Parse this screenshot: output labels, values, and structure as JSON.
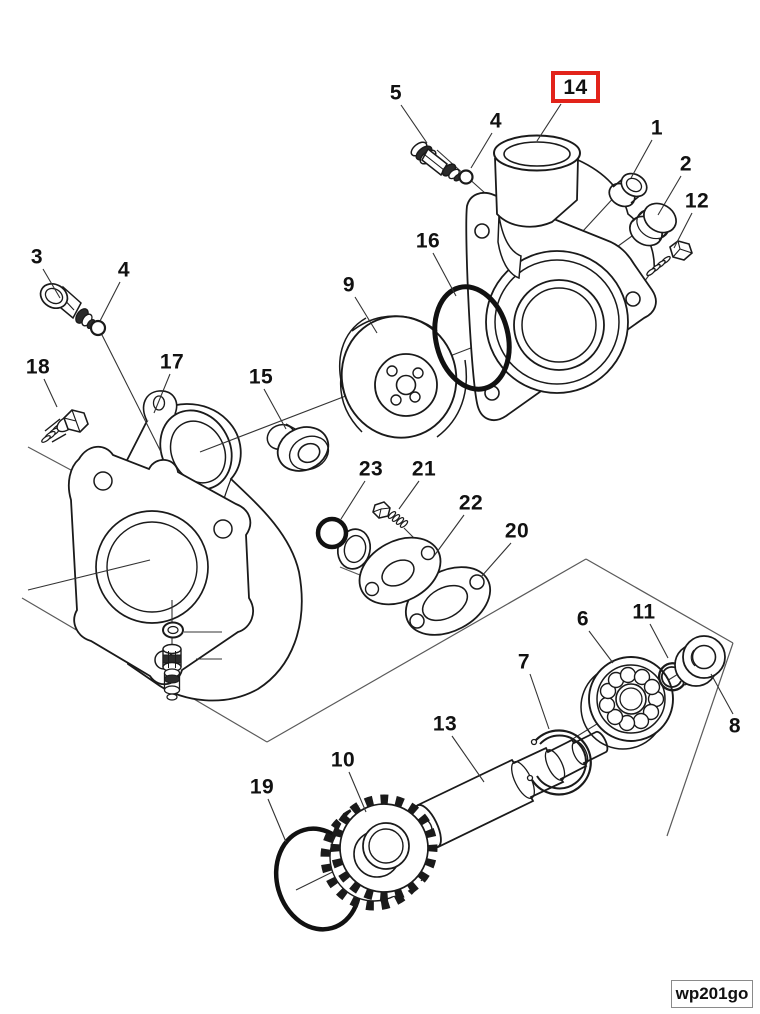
{
  "diagram": {
    "type": "exploded-parts-diagram",
    "watermark": "wp201go",
    "highlighted_part": "14",
    "highlight_color": "#e2231a",
    "line_color": "#1a1a1a",
    "labels": [
      {
        "part": "1"
      },
      {
        "part": "2"
      },
      {
        "part": "3"
      },
      {
        "part": "4"
      },
      {
        "part": "4"
      },
      {
        "part": "5"
      },
      {
        "part": "6"
      },
      {
        "part": "7"
      },
      {
        "part": "8"
      },
      {
        "part": "9"
      },
      {
        "part": "10"
      },
      {
        "part": "11"
      },
      {
        "part": "12"
      },
      {
        "part": "13"
      },
      {
        "part": "14"
      },
      {
        "part": "15"
      },
      {
        "part": "16"
      },
      {
        "part": "17"
      },
      {
        "part": "18"
      },
      {
        "part": "19"
      },
      {
        "part": "20"
      },
      {
        "part": "21"
      },
      {
        "part": "22"
      },
      {
        "part": "23"
      }
    ]
  }
}
